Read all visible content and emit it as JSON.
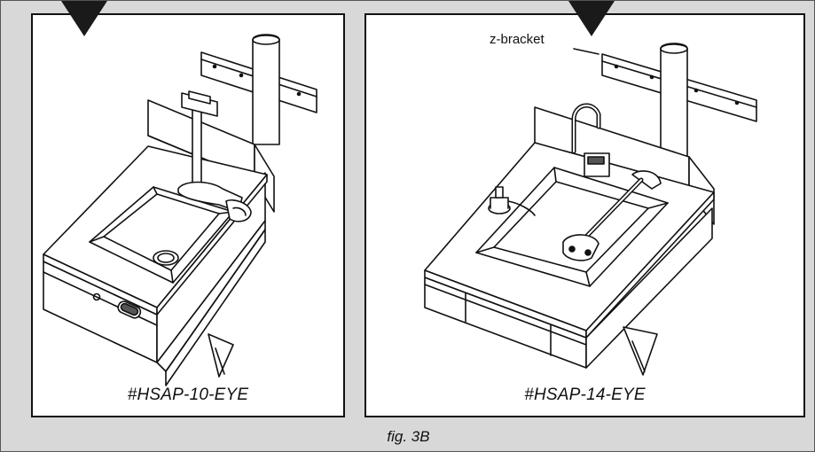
{
  "figure": {
    "caption": "fig. 3B",
    "left_model": "#HSAP-10-EYE",
    "right_model": "#HSAP-14-EYE",
    "callout": "z-bracket"
  }
}
